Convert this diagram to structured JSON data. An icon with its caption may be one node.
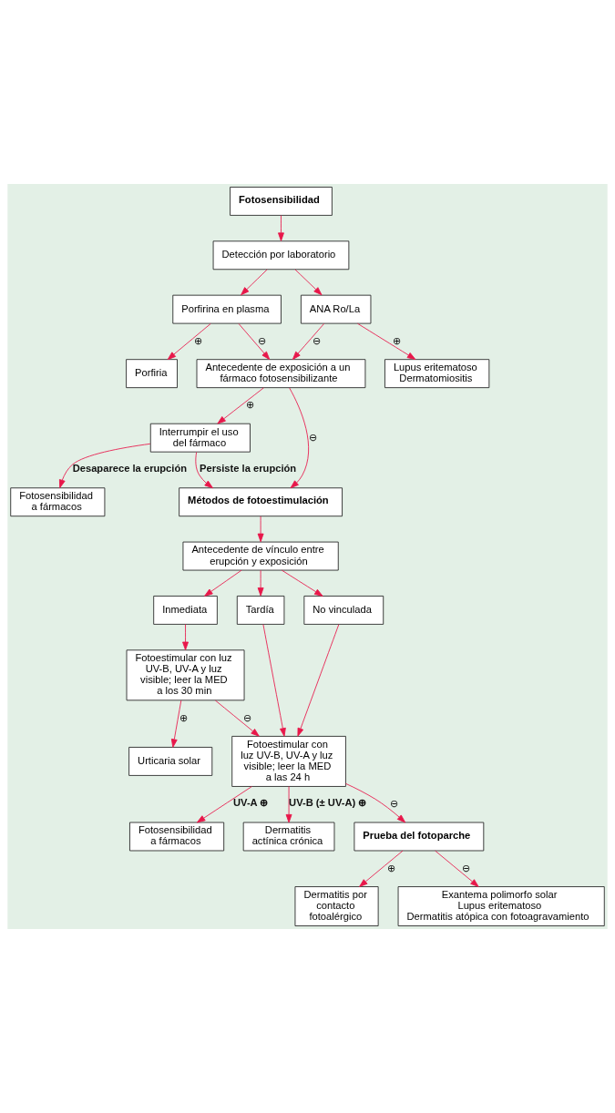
{
  "diagram": {
    "nodes": [
      {
        "text": [
          "Fotosensibilidad"
        ]
      },
      {
        "text": [
          "Detección por laboratorio"
        ]
      },
      {
        "text": [
          "Porfirina en plasma"
        ]
      },
      {
        "text": [
          "ANA Ro/La"
        ]
      },
      {
        "text": [
          "Porfiria"
        ]
      },
      {
        "text": [
          "Lupus eritematoso",
          "Dermatomiositis"
        ]
      },
      {
        "text": [
          "Antecedente de exposición a un fármaco fotosensibilizante"
        ]
      },
      {
        "text": [
          "Interrumpir el uso del fármaco"
        ]
      },
      {
        "text": [
          "Fotosensibilidad a fármacos"
        ]
      },
      {
        "text": [
          "Métodos de fotoestimulación"
        ]
      },
      {
        "text": [
          "Antecedente de vínculo entre erupción y exposición"
        ]
      },
      {
        "text": [
          "Inmediata"
        ]
      },
      {
        "text": [
          "Tardía"
        ]
      },
      {
        "text": [
          "No vinculada"
        ]
      },
      {
        "text": [
          "Fotoestimular con luz UV-B, UV-A y luz visible; leer la MED a los 30 min"
        ]
      },
      {
        "text": [
          "Fotoestimular con luz UV-B, UV-A y luz visible; leer la MED a las 24 h"
        ]
      },
      {
        "text": [
          "Urticaria solar"
        ]
      },
      {
        "text": [
          "Fotosensibilidad a fármacos"
        ]
      },
      {
        "text": [
          "Dermatitis actínica crónica"
        ]
      },
      {
        "text": [
          "Prueba del fotoparche"
        ]
      },
      {
        "text": [
          "Dermatitis por contacto fotoalérgico"
        ]
      },
      {
        "text": [
          "Exantema polimorfo solar",
          "Lupus eritematoso",
          "Dermatitis atópica con fotoagravamiento"
        ]
      }
    ],
    "edges": [
      {
        "from": 0,
        "to": 1,
        "arrow": "to"
      },
      {
        "from": 1,
        "to": 2,
        "arrow": "to"
      },
      {
        "from": 1,
        "to": 3,
        "arrow": "to"
      },
      {
        "from": 2,
        "to": 4,
        "arrow": "to",
        "label": "⊕"
      },
      {
        "from": 2,
        "to": 6,
        "arrow": "to",
        "label": "⊖"
      },
      {
        "from": 3,
        "to": 5,
        "arrow": "to",
        "label": "⊕"
      },
      {
        "from": 3,
        "to": 6,
        "arrow": "to",
        "label": "⊖"
      },
      {
        "from": 6,
        "to": 7,
        "arrow": "to",
        "label": "⊕"
      },
      {
        "from": 6,
        "to": 9,
        "arrow": "to",
        "label": "⊖"
      },
      {
        "from": 7,
        "to": 8,
        "arrow": "to",
        "label": "Desaparece la erupción"
      },
      {
        "from": 7,
        "to": 9,
        "arrow": "to",
        "label": "Persiste la erupción"
      },
      {
        "from": 9,
        "to": 10,
        "arrow": "to"
      },
      {
        "from": 10,
        "to": 11,
        "arrow": "to"
      },
      {
        "from": 10,
        "to": 12,
        "arrow": "to"
      },
      {
        "from": 10,
        "to": 13,
        "arrow": "to"
      },
      {
        "from": 11,
        "to": 14,
        "arrow": "to"
      },
      {
        "from": 12,
        "to": 15,
        "arrow": "to"
      },
      {
        "from": 13,
        "to": 15,
        "arrow": "to"
      },
      {
        "from": 14,
        "to": 16,
        "arrow": "to",
        "label": "⊕"
      },
      {
        "from": 14,
        "to": 15,
        "arrow": "to",
        "label": "⊖"
      },
      {
        "from": 15,
        "to": 17,
        "arrow": "to",
        "label": "UV-A ⊕"
      },
      {
        "from": 15,
        "to": 18,
        "arrow": "to",
        "label": "UV-B (± UV-A) ⊕"
      },
      {
        "from": 15,
        "to": 19,
        "arrow": "to",
        "label": "⊖"
      },
      {
        "from": 19,
        "to": 20,
        "arrow": "to",
        "label": "⊕"
      },
      {
        "from": 19,
        "to": 21,
        "arrow": "to",
        "label": "⊖"
      }
    ]
  }
}
